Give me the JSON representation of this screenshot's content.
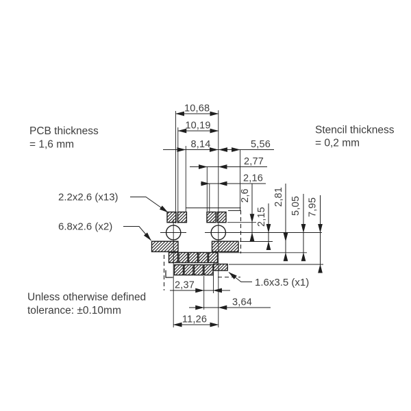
{
  "colors": {
    "line": "#1f1f1f",
    "text": "#3d3d3d",
    "background": "#ffffff"
  },
  "notes": {
    "pcb_thickness_line1": "PCB thickness",
    "pcb_thickness_line2": "= 1,6 mm",
    "stencil_thickness_line1": "Stencil thickness",
    "stencil_thickness_line2": "= 0,2 mm",
    "tolerance_line1": "Unless otherwise defined",
    "tolerance_line2": "tolerance: ±0.10mm"
  },
  "pad_labels": {
    "small_pads": "2.2x2.6 (x13)",
    "large_pads": "6.8x2.6 (x2)",
    "single_pad": "1.6x3.5 (x1)"
  },
  "dimensions_horizontal": {
    "outer_width": "10,68",
    "inner_width": "10,19",
    "left_width": "8,14",
    "right_width": "5,56",
    "pad_offset": "2,77",
    "hole_offset": "2,16",
    "bottom_small": "2,37",
    "bottom_mid": "3,64",
    "hole_pitch": "11,26"
  },
  "dimensions_vertical": {
    "pad_height": "2,6",
    "row1_offset": "2,15",
    "row2_offset": "2,81",
    "row3_offset": "5,05",
    "row4_offset": "7,95"
  }
}
